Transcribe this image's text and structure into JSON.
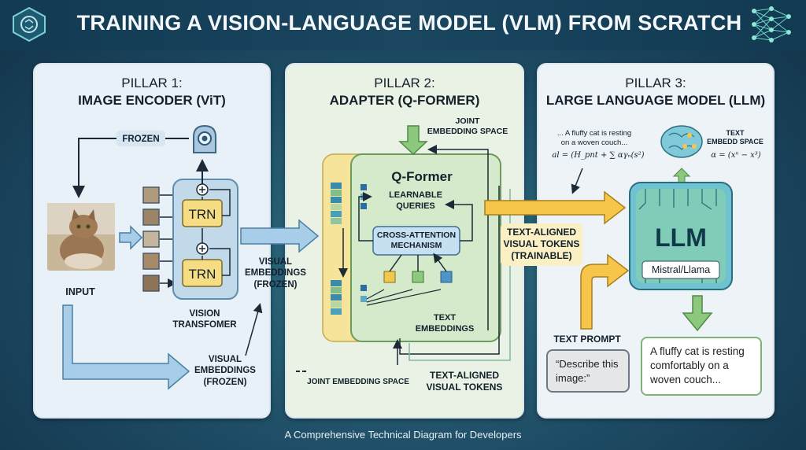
{
  "header": {
    "title": "TRAINING A VISION-LANGUAGE MODEL (VLM) FROM SCRATCH"
  },
  "pillar1": {
    "title_line1": "PILLAR 1:",
    "title_line2": "IMAGE ENCODER (ViT)",
    "frozen_label": "FROZEN",
    "input_label": "INPUT",
    "trn_label": "TRN",
    "vit_caption": "VISION\nTRANSFOMER",
    "visual_embeddings_bottom": "VISUAL\nEMBEDDINGS\n(FROZEN)"
  },
  "between12": {
    "visual_embeddings": "VISUAL\nEMBEDDINGS\n(FROZEN)"
  },
  "pillar2": {
    "title_line1": "PILLAR 2:",
    "title_line2": "ADAPTER (Q-FORMER)",
    "joint_embedding_top": "JOINT\nEMBEDDING SPACE",
    "qformer_title": "Q-Former",
    "learnable_queries": "LEARNABLE\nQUERIES",
    "cross_attention": "CROSS-ATTENTION\nMECHANISM",
    "text_embeddings": "TEXT\nEMBEDDINGS",
    "joint_embedding_bottom": "JOINT EMBEDDING SPACE",
    "text_aligned_bottom": "TEXT-ALIGNED\nVISUAL TOKENS"
  },
  "between23": {
    "text_aligned_tokens": "TEXT-ALIGNED\nVISUAL TOKENS\n(TRAINABLE)"
  },
  "pillar3": {
    "title_line1": "PILLAR 3:",
    "title_line2": "LARGE LANGUAGE MODEL (LLM)",
    "caption_note": "... A fluffy cat is resting\non a woven couch...",
    "formula_left": "al = (H_pnt + ∑ αγₙ(s²)",
    "text_embedd_space": "TEXT\nEMBEDD SPACE",
    "formula_right": "α = (xⁿ − x³)",
    "llm_label": "LLM",
    "llm_model": "Mistral/Llama",
    "text_prompt_label": "TEXT PROMPT",
    "prompt_text": "“Describe this\nimage:”",
    "output_text": "A fluffy cat is resting\ncomfortably on a\nwoven couch..."
  },
  "footer": {
    "subtitle": "A Comprehensive Technical Diagram for Developers"
  },
  "colors": {
    "frame_blue": "#a9c8df",
    "trn_yellow": "#f6dc83",
    "arrow_yellow": "#f6c54a",
    "arrow_blue": "#a8cde8",
    "arrow_green": "#8cc97f",
    "llm_green": "#7fcf8a"
  }
}
